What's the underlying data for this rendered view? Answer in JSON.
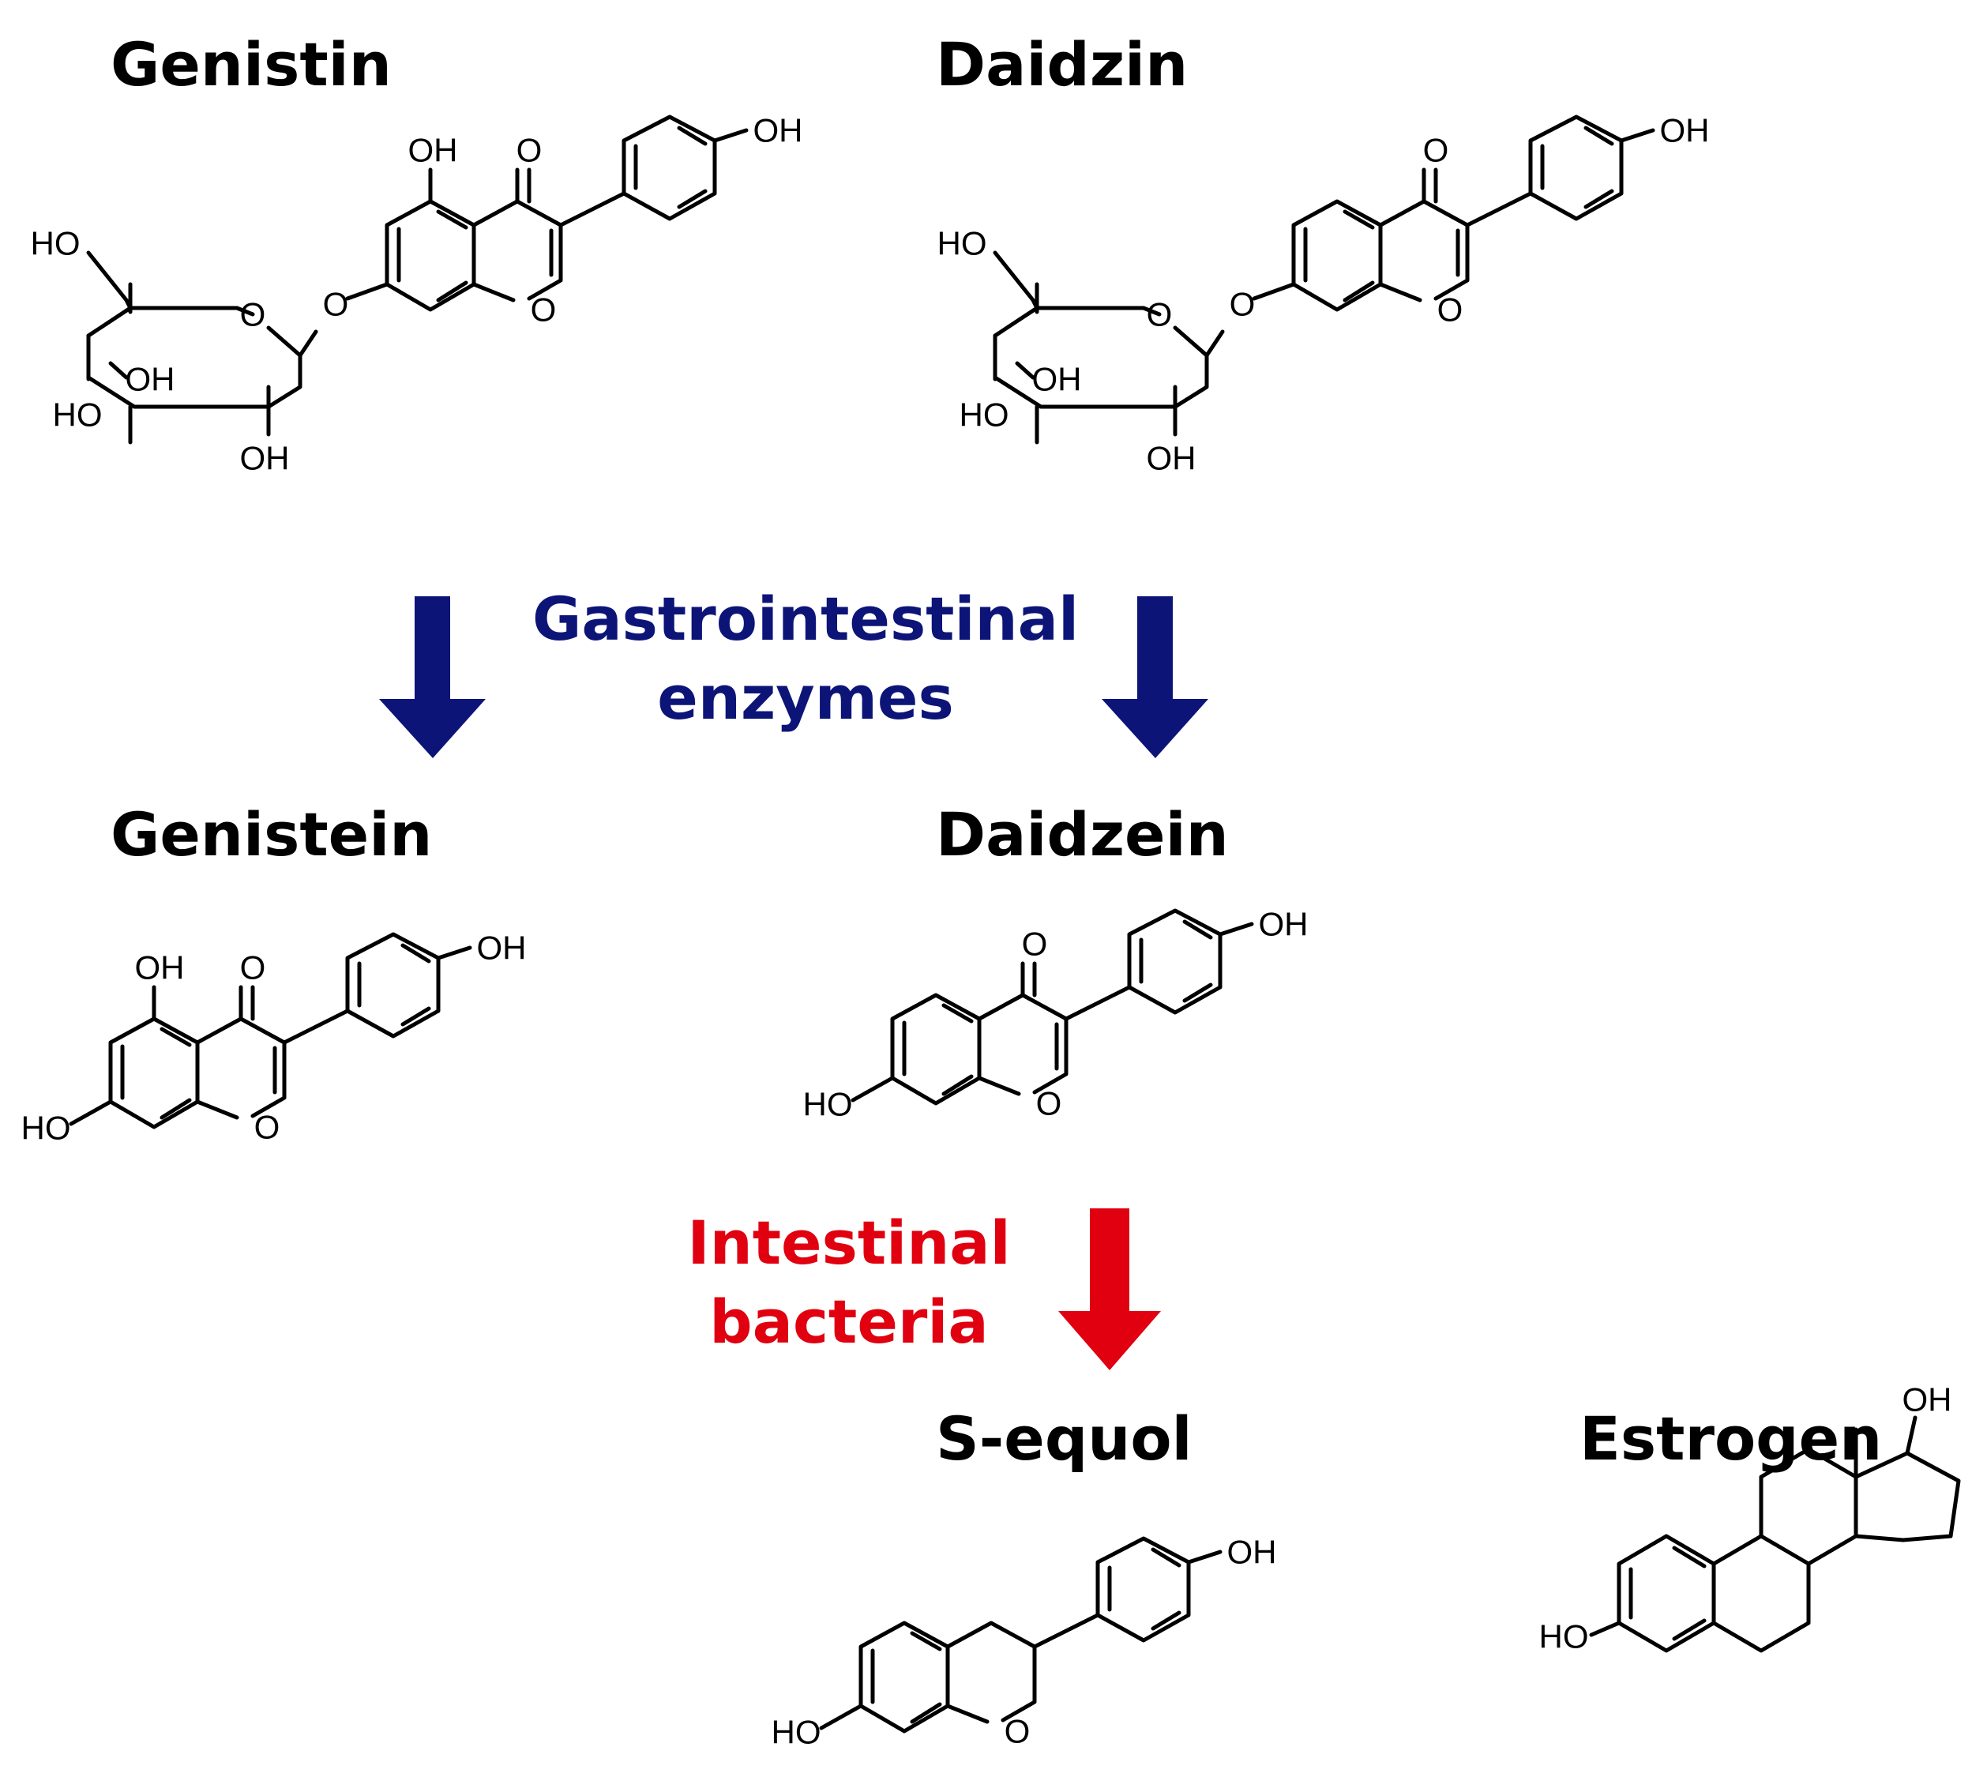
{
  "compounds": {
    "genistin": {
      "name": "Genistin"
    },
    "daidzin": {
      "name": "Daidzin"
    },
    "genistein": {
      "name": "Genistein"
    },
    "daidzein": {
      "name": "Daidzein"
    },
    "sequol": {
      "name": "S-equol"
    },
    "estrogen": {
      "name": "Estrogen"
    }
  },
  "conversions": {
    "gi_enzymes": {
      "line1": "Gastrointestinal",
      "line2": "enzymes",
      "color": "#0d1478"
    },
    "bacteria": {
      "line1": "Intestinal",
      "line2": "bacteria",
      "color": "#e0000f"
    }
  },
  "atom_labels": {
    "oh": "OH",
    "ho": "HO",
    "o": "O"
  },
  "colors": {
    "bond": "#000000",
    "text": "#000000"
  }
}
